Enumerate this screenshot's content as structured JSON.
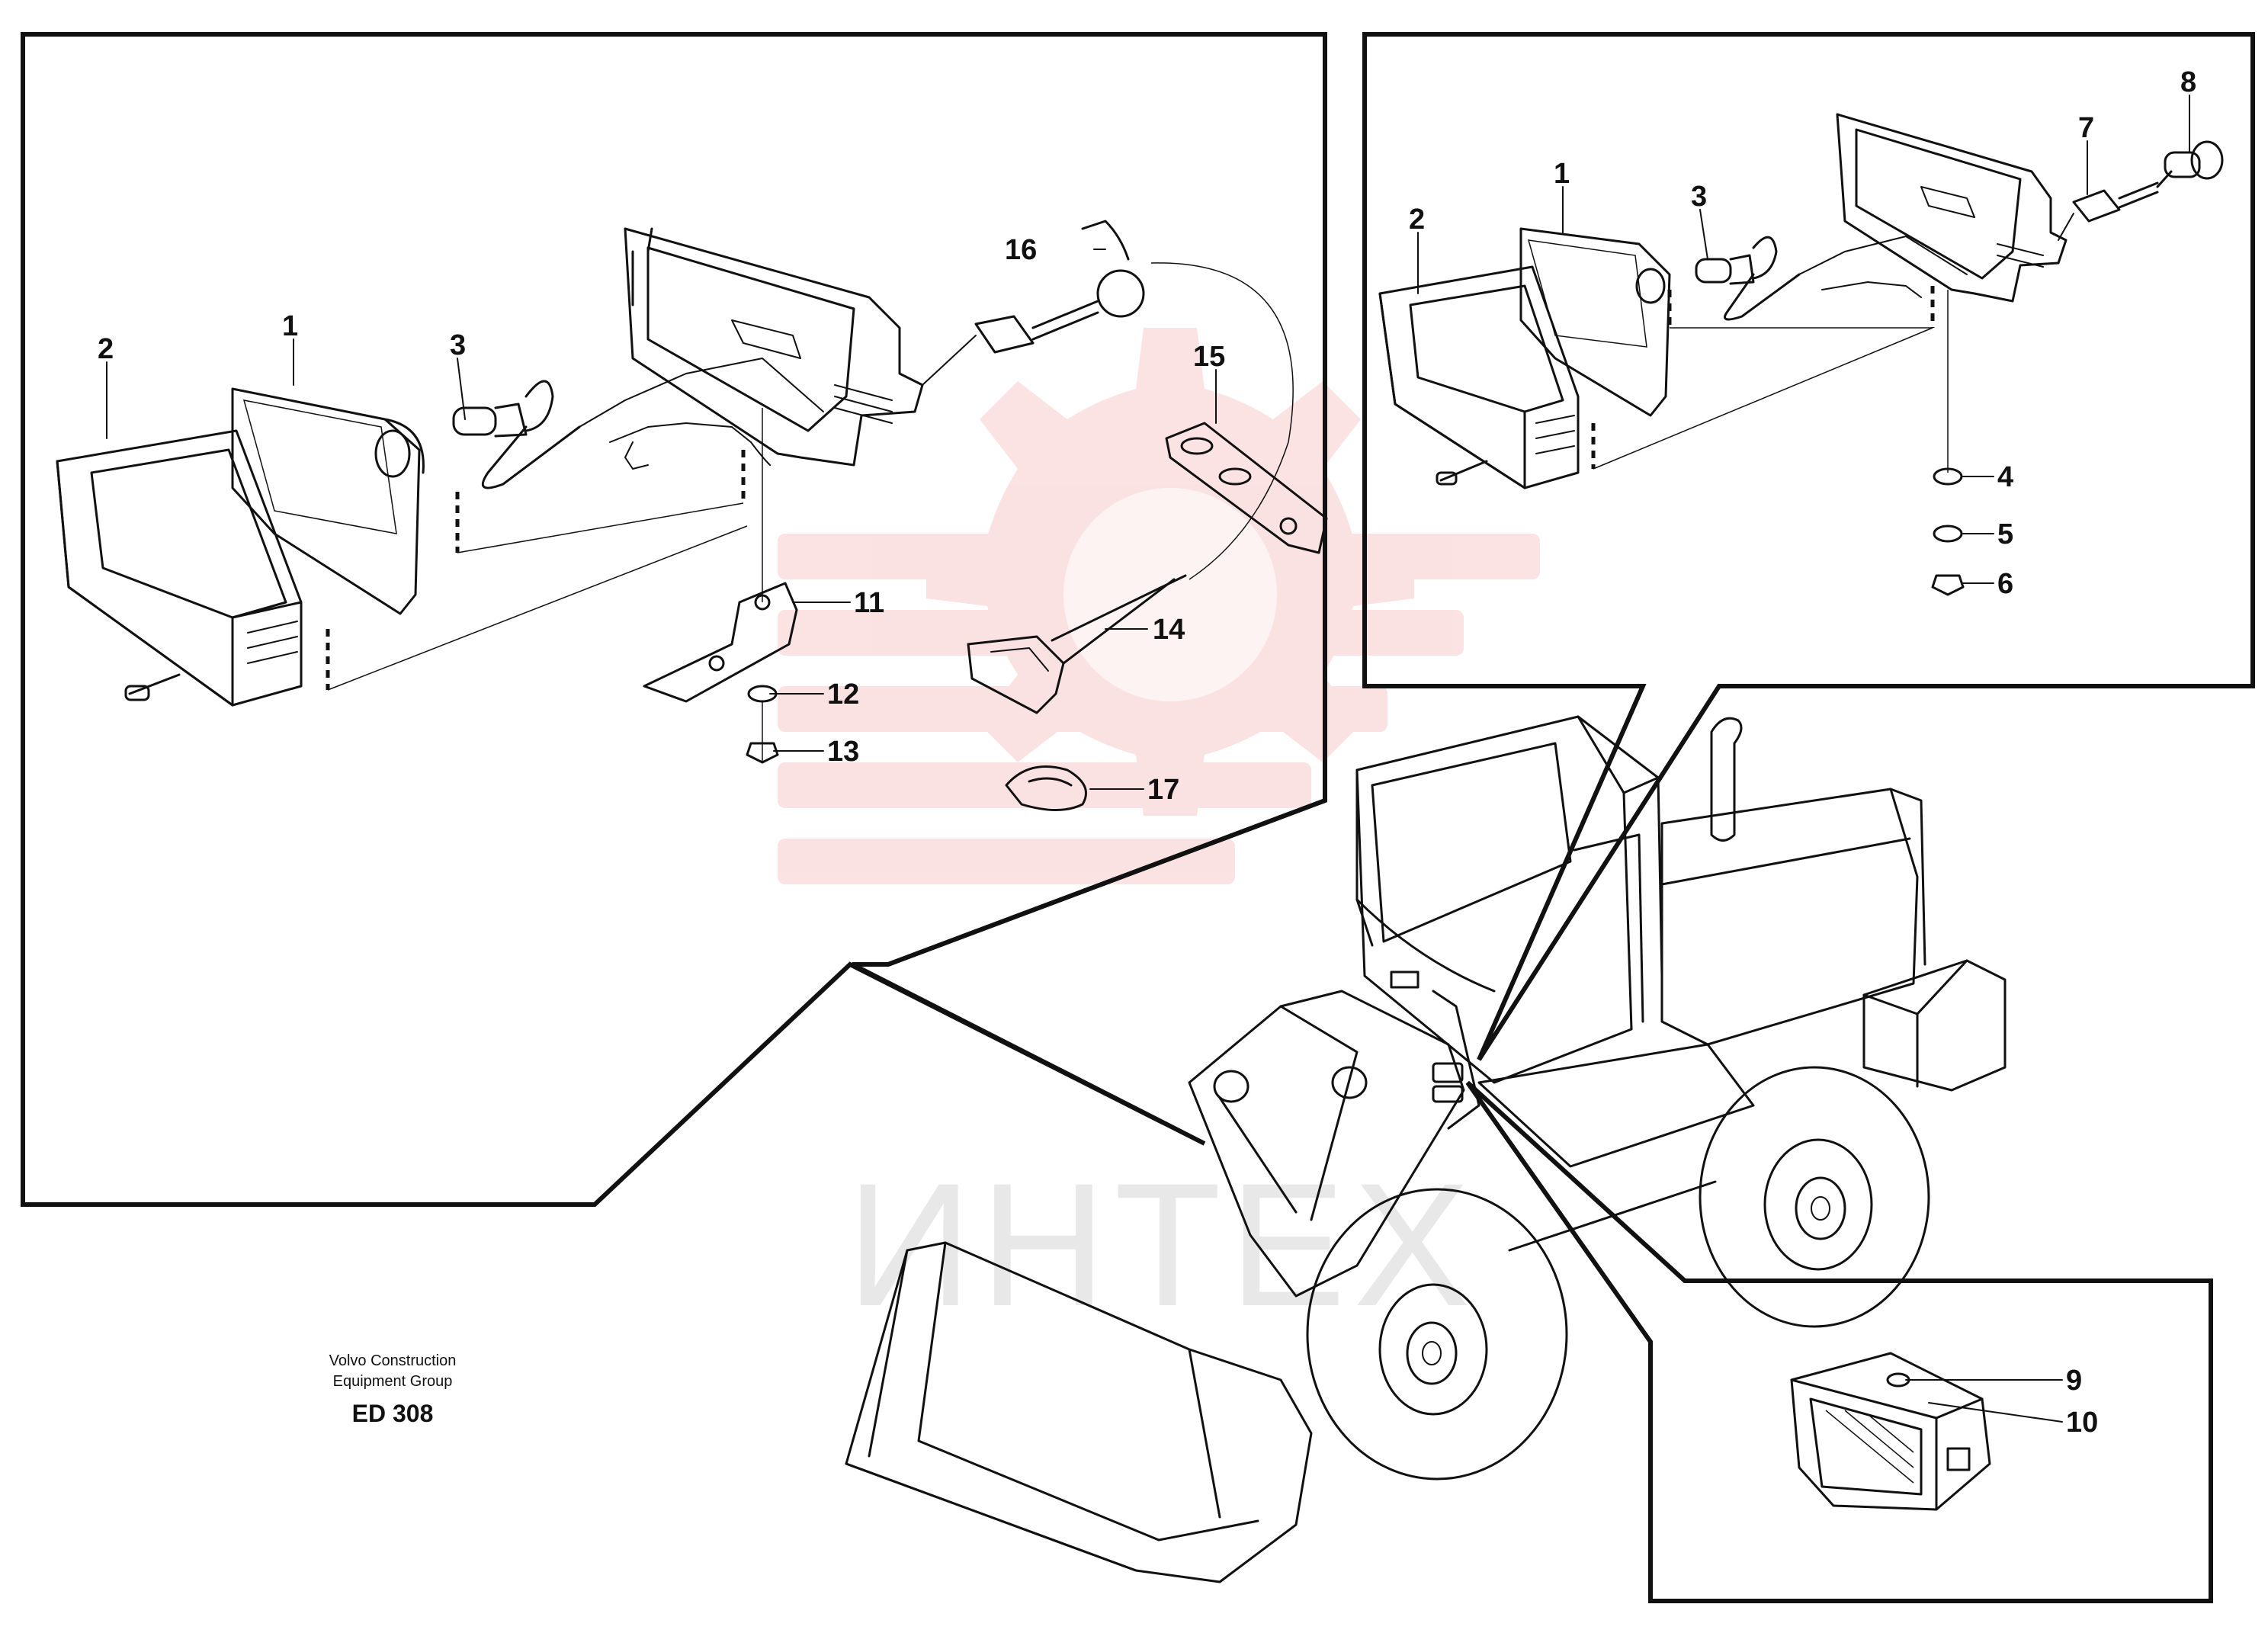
{
  "caption": {
    "company_line1": "Volvo Construction",
    "company_line2": "Equipment Group",
    "drawing_code": "ED 308"
  },
  "watermark": {
    "text": "ИНТЕХ",
    "color": "#e8262a"
  },
  "callouts": {
    "left_panel": [
      "1",
      "2",
      "3",
      "11",
      "12",
      "13",
      "14",
      "15",
      "16",
      "17"
    ],
    "right_panel": [
      "1",
      "2",
      "3",
      "4",
      "5",
      "6",
      "7",
      "8"
    ],
    "detail_panel": [
      "9",
      "10"
    ]
  }
}
